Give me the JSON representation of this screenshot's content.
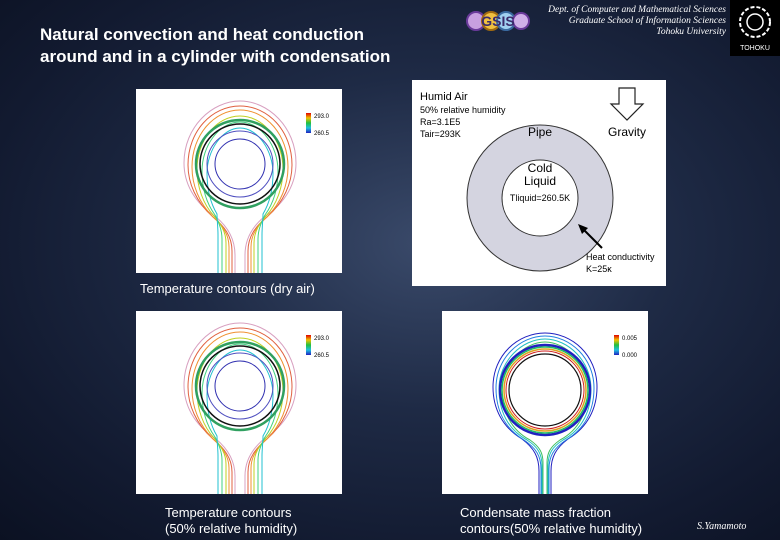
{
  "title": {
    "line1": "Natural convection and heat conduction",
    "line2": "around and in a cylinder with condensation"
  },
  "header": {
    "logo_text": "GSIS",
    "dept_line1": "Dept. of Computer and Mathematical Sciences",
    "dept_line2": "Graduate School of Information Sciences",
    "dept_line3": "Tohoku University",
    "univ_logo_text": "TOHOKU"
  },
  "panels": {
    "dry_air": {
      "legend_max": "293.0",
      "legend_min": "260.5",
      "caption": "Temperature contours (dry air)"
    },
    "humid": {
      "legend_max": "293.0",
      "legend_min": "260.5",
      "caption_line1": "Temperature contours",
      "caption_line2": "(50% relative humidity)"
    },
    "condensate": {
      "legend_max": "0.005",
      "legend_min": "0.000",
      "caption_line1": "Condensate mass fraction",
      "caption_line2": "contours(50% relative humidity)"
    },
    "schematic": {
      "humid_air": "Humid Air",
      "humidity": "50% relative humidity",
      "ra": "Ra=3.1E5",
      "tair": "Tair=293K",
      "pipe": "Pipe",
      "gravity": "Gravity",
      "cold": "Cold",
      "liquid": "Liquid",
      "tliquid": "Tliquid=260.5K",
      "heat_cond": "Heat conductivity",
      "k": "K=25κ"
    }
  },
  "signature": "S.Yamamoto"
}
